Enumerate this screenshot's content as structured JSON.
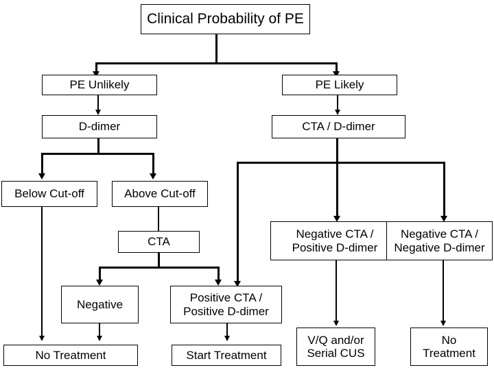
{
  "diagram": {
    "title": "Clinical Probability of PE diagnostic algorithm",
    "colors": {
      "background": "#ffffff",
      "box_border": "#000000",
      "box_fill": "#ffffff",
      "text": "#000000",
      "connector": "#000000"
    }
  },
  "nodes": {
    "root": {
      "label": "Clinical Probability of PE"
    },
    "pe_unlikely": {
      "label": "PE Unlikely"
    },
    "pe_likely": {
      "label": "PE Likely"
    },
    "d_dimer": {
      "label": "D-dimer"
    },
    "cta_d_dimer": {
      "label": "CTA / D-dimer"
    },
    "below_cutoff": {
      "label": "Below Cut-off"
    },
    "above_cutoff": {
      "label": "Above Cut-off"
    },
    "cta": {
      "label": "CTA"
    },
    "neg_cta_pos_dd": {
      "label": "Negative CTA /\nPositive D-dimer"
    },
    "neg_cta_neg_dd": {
      "label": "Negative CTA /\nNegative D-dimer"
    },
    "negative": {
      "label": "Negative"
    },
    "pos_cta_pos_dd": {
      "label": "Positive CTA /\nPositive D-dimer"
    },
    "no_treatment_left": {
      "label": "No Treatment"
    },
    "start_treatment": {
      "label": "Start Treatment"
    },
    "vq_serial_cus": {
      "label": "V/Q and/or\nSerial CUS"
    },
    "no_treatment_right": {
      "label": "No\nTreatment"
    }
  },
  "chart_data": {
    "type": "flowchart",
    "title": "Clinical Probability of PE",
    "nodes": [
      {
        "id": "root",
        "text": "Clinical Probability of PE"
      },
      {
        "id": "pe_unlikely",
        "text": "PE Unlikely"
      },
      {
        "id": "pe_likely",
        "text": "PE Likely"
      },
      {
        "id": "d_dimer",
        "text": "D-dimer"
      },
      {
        "id": "cta_d_dimer",
        "text": "CTA / D-dimer"
      },
      {
        "id": "below_cutoff",
        "text": "Below Cut-off"
      },
      {
        "id": "above_cutoff",
        "text": "Above Cut-off"
      },
      {
        "id": "cta",
        "text": "CTA"
      },
      {
        "id": "neg_cta_pos_dd",
        "text": "Negative CTA / Positive D-dimer"
      },
      {
        "id": "neg_cta_neg_dd",
        "text": "Negative CTA / Negative D-dimer"
      },
      {
        "id": "negative",
        "text": "Negative"
      },
      {
        "id": "pos_cta_pos_dd",
        "text": "Positive CTA / Positive D-dimer"
      },
      {
        "id": "no_treatment_left",
        "text": "No Treatment"
      },
      {
        "id": "start_treatment",
        "text": "Start Treatment"
      },
      {
        "id": "vq_serial_cus",
        "text": "V/Q and/or Serial CUS"
      },
      {
        "id": "no_treatment_right",
        "text": "No Treatment"
      }
    ],
    "edges": [
      {
        "from": "root",
        "to": "pe_unlikely"
      },
      {
        "from": "root",
        "to": "pe_likely"
      },
      {
        "from": "pe_unlikely",
        "to": "d_dimer"
      },
      {
        "from": "pe_likely",
        "to": "cta_d_dimer"
      },
      {
        "from": "d_dimer",
        "to": "below_cutoff"
      },
      {
        "from": "d_dimer",
        "to": "above_cutoff"
      },
      {
        "from": "above_cutoff",
        "to": "cta"
      },
      {
        "from": "cta",
        "to": "negative"
      },
      {
        "from": "cta",
        "to": "pos_cta_pos_dd"
      },
      {
        "from": "cta_d_dimer",
        "to": "pos_cta_pos_dd"
      },
      {
        "from": "cta_d_dimer",
        "to": "neg_cta_pos_dd"
      },
      {
        "from": "cta_d_dimer",
        "to": "neg_cta_neg_dd"
      },
      {
        "from": "below_cutoff",
        "to": "no_treatment_left"
      },
      {
        "from": "negative",
        "to": "no_treatment_left"
      },
      {
        "from": "pos_cta_pos_dd",
        "to": "start_treatment"
      },
      {
        "from": "neg_cta_pos_dd",
        "to": "vq_serial_cus"
      },
      {
        "from": "neg_cta_neg_dd",
        "to": "no_treatment_right"
      }
    ]
  }
}
